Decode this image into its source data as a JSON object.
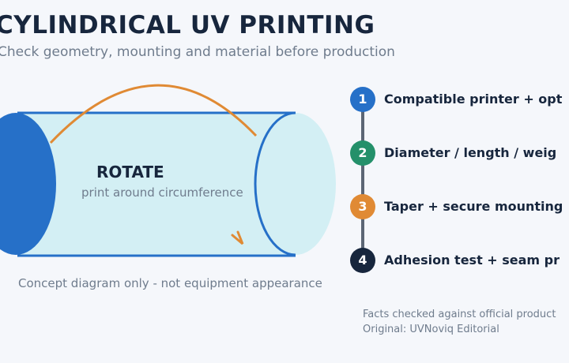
{
  "header": {
    "title": "CYLINDRICAL UV PRINTING",
    "subtitle": "Check geometry, mounting and material before production"
  },
  "diagram": {
    "label": "ROTATE",
    "sublabel": "print around circumference",
    "caption": "Concept diagram only - not equipment appearance",
    "colors": {
      "cylinder_fill": "#d3eff4",
      "cylinder_stroke": "#2670c8",
      "end_cap": "#2670c8",
      "arrow": "#e08a34"
    }
  },
  "steps": [
    {
      "number": "1",
      "text": "Compatible printer + opt",
      "color": "#2670c8"
    },
    {
      "number": "2",
      "text": "Diameter / length / weig",
      "color": "#24906a"
    },
    {
      "number": "3",
      "text": "Taper + secure mounting",
      "color": "#e08a34"
    },
    {
      "number": "4",
      "text": "Adhesion test + seam pr",
      "color": "#17263d"
    }
  ],
  "footer": {
    "line1": "Facts checked against official product",
    "line2": "Original: UVNoviq Editorial"
  }
}
